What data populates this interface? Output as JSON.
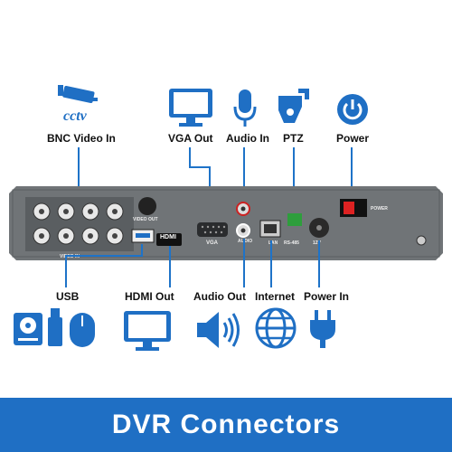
{
  "colors": {
    "accent": "#1f6fc4",
    "panel": "#707477",
    "panel_dark": "#5a5e61",
    "line": "#1e73c8"
  },
  "top_labels": {
    "bnc": "BNC Video In",
    "vga": "VGA Out",
    "audio_in": "Audio In",
    "ptz": "PTZ",
    "power": "Power"
  },
  "cctv_text": "cctv",
  "panel_text": {
    "video_in": "VIDEO IN",
    "video_out": "VIDEO OUT",
    "hdmi": "HDMI",
    "vga": "VGA",
    "audio": "AUDIO",
    "lan": "LAN",
    "rs485": "RS-485",
    "power_in": "12V",
    "power": "POWER"
  },
  "bottom_labels": {
    "usb": "USB",
    "hdmi": "HDMI Out",
    "audio_out": "Audio Out",
    "internet": "Internet",
    "power_in": "Power In"
  },
  "banner": "DVR Connectors",
  "icons": [
    "cctv-camera-icon",
    "monitor-icon",
    "microphone-icon",
    "ptz-camera-icon",
    "power-icon",
    "hard-drive-icon",
    "usb-stick-icon",
    "mouse-icon",
    "monitor-icon",
    "speaker-icon",
    "globe-icon",
    "plug-icon"
  ]
}
